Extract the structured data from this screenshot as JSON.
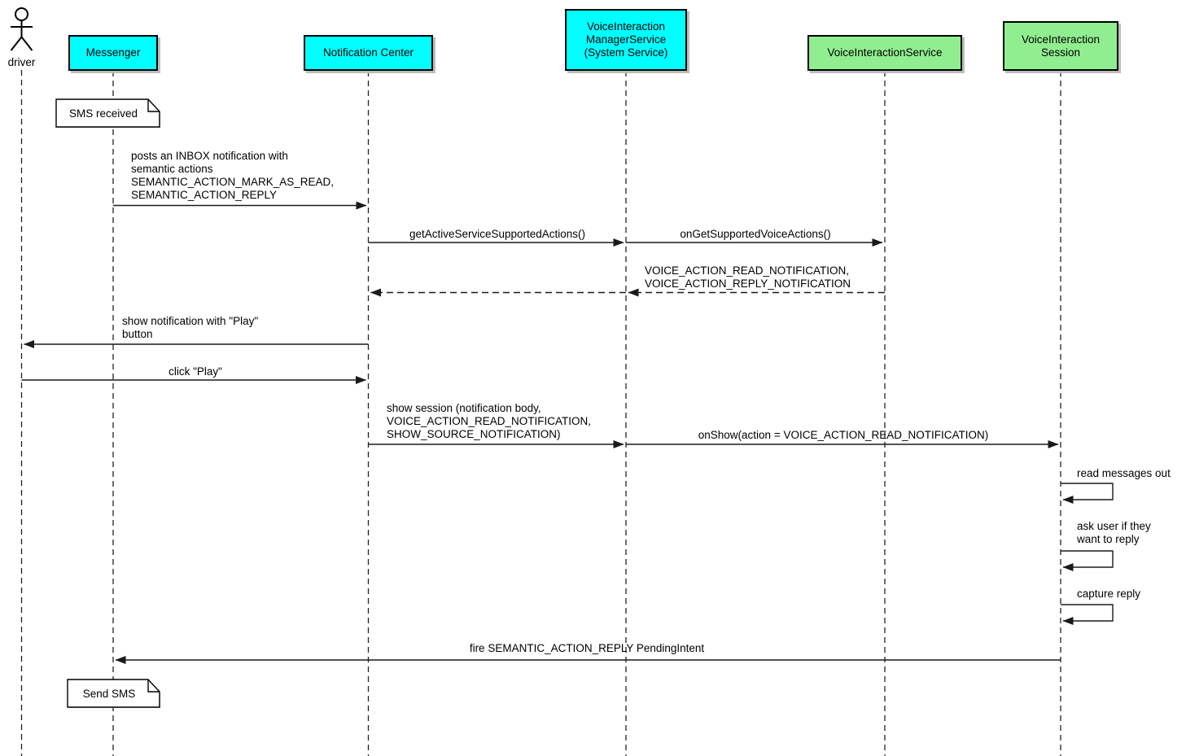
{
  "diagram_type": "uml-sequence-diagram",
  "actor": {
    "label": "driver"
  },
  "participants": [
    {
      "id": "messenger",
      "label": "Messenger",
      "fill": "#00ffff"
    },
    {
      "id": "notification-center",
      "label": "Notification Center",
      "fill": "#00ffff"
    },
    {
      "id": "voice-interaction-manager-service",
      "label": "VoiceInteraction\nManagerService\n(System Service)",
      "fill": "#00ffff"
    },
    {
      "id": "voice-interaction-service",
      "label": "VoiceInteractionService",
      "fill": "#90ee90"
    },
    {
      "id": "voice-interaction-session",
      "label": "VoiceInteraction\nSession",
      "fill": "#90ee90"
    }
  ],
  "notes": [
    {
      "text": "SMS received",
      "anchor": "Messenger"
    },
    {
      "text": "Send SMS",
      "anchor": "Messenger"
    }
  ],
  "messages": [
    {
      "from": "Messenger",
      "to": "Notification Center",
      "type": "solid",
      "text": "posts an INBOX notification with\nsemantic actions\nSEMANTIC_ACTION_MARK_AS_READ,\nSEMANTIC_ACTION_REPLY"
    },
    {
      "from": "Notification Center",
      "to": "VoiceInteractionManagerService",
      "type": "solid",
      "text": "getActiveServiceSupportedActions()"
    },
    {
      "from": "VoiceInteractionManagerService",
      "to": "VoiceInteractionService",
      "type": "solid",
      "text": "onGetSupportedVoiceActions()"
    },
    {
      "from": "VoiceInteractionService",
      "to": "VoiceInteractionManagerService",
      "type": "dashed-return",
      "text": "VOICE_ACTION_READ_NOTIFICATION,\nVOICE_ACTION_REPLY_NOTIFICATION"
    },
    {
      "from": "VoiceInteractionManagerService",
      "to": "Notification Center",
      "type": "dashed-return",
      "text": ""
    },
    {
      "from": "Notification Center",
      "to": "driver",
      "type": "solid",
      "text": "show notification with \"Play\"\nbutton"
    },
    {
      "from": "driver",
      "to": "Notification Center",
      "type": "solid",
      "text": "click \"Play\""
    },
    {
      "from": "Notification Center",
      "to": "VoiceInteractionManagerService",
      "type": "solid",
      "text": "show session (notification body,\nVOICE_ACTION_READ_NOTIFICATION,\nSHOW_SOURCE_NOTIFICATION)"
    },
    {
      "from": "VoiceInteractionManagerService",
      "to": "VoiceInteractionSession",
      "type": "solid",
      "text": "onShow(action = VOICE_ACTION_READ_NOTIFICATION)"
    },
    {
      "from": "VoiceInteractionSession",
      "to": "VoiceInteractionSession",
      "type": "self",
      "text": "read messages out"
    },
    {
      "from": "VoiceInteractionSession",
      "to": "VoiceInteractionSession",
      "type": "self",
      "text": "ask user if they\nwant to reply"
    },
    {
      "from": "VoiceInteractionSession",
      "to": "VoiceInteractionSession",
      "type": "self",
      "text": "capture reply"
    },
    {
      "from": "VoiceInteractionSession",
      "to": "Messenger",
      "type": "solid",
      "text": "fire SEMANTIC_ACTION_REPLY PendingIntent"
    }
  ],
  "colors": {
    "participant_cyan": "#00ffff",
    "participant_green": "#90ee90",
    "border": "#000000",
    "line": "#1a1a1a",
    "background": "#ffffff"
  }
}
